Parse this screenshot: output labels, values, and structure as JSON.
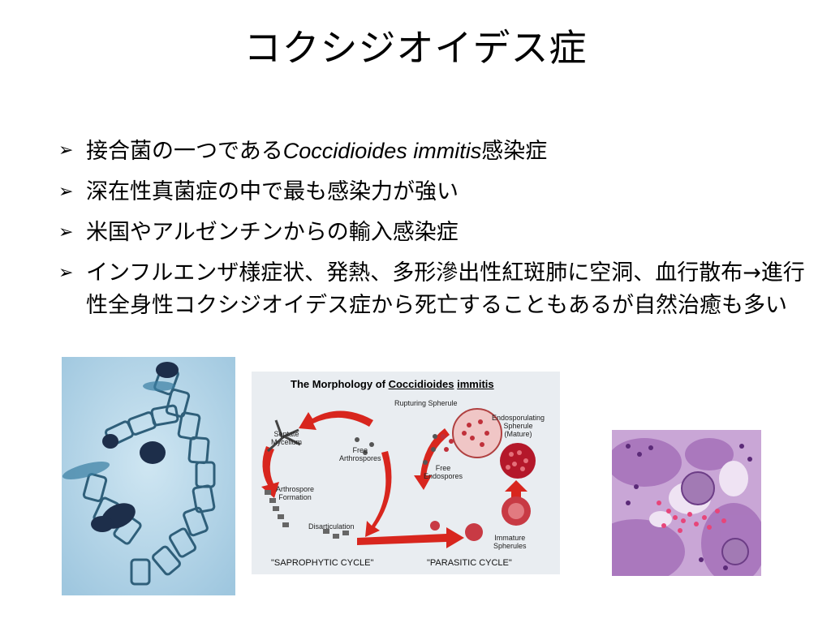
{
  "slide": {
    "title": "コクシジオイデス症",
    "bullet_marker": "➢",
    "bullets": [
      {
        "pre": "接合菌の一つである",
        "italic": "Coccidioides immitis",
        "post": "感染症"
      },
      {
        "text": "深在性真菌症の中で最も感染力が強い"
      },
      {
        "text": "米国やアルゼンチンからの輸入感染症"
      },
      {
        "text": "インフルエンザ様症状、発熱、多形滲出性紅斑肺に空洞、血行散布→進行性全身性コクシジオイデス症から死亡することもあるが自然治癒も多い"
      }
    ]
  },
  "diagram": {
    "title_prefix": "The Morphology of ",
    "title_genus": "Coccidioides",
    "title_species": "immitis",
    "labels": {
      "septate": "Septate\nMycelium",
      "free_arthro": "Free\nArthrospores",
      "rupturing": "Rupturing Spherule",
      "endosporulating": "Endosporulating\nSpherule\n(Mature)",
      "free_endo": "Free\nEndospores",
      "arthro_formation": "Arthrospore\nFormation",
      "disarticulation": "Disarticulation",
      "immature": "Immature\nSpherules"
    },
    "cycles": {
      "saprophytic": "\"SAPROPHYTIC CYCLE\"",
      "parasitic": "\"PARASITIC CYCLE\""
    }
  },
  "colors": {
    "arrow_red": "#d8261e",
    "stain_blue_bg": "#b9d8ea",
    "tissue_purple": "#b88ac7"
  }
}
